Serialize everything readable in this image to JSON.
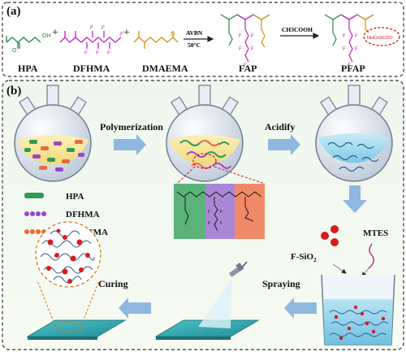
{
  "panel_a": {
    "label": "(a)",
    "monomers": [
      {
        "name": "HPA"
      },
      {
        "name": "DFHMA"
      },
      {
        "name": "DMAEMA"
      }
    ],
    "plus": "+",
    "conditions": {
      "initiator": "AVBN",
      "temperature": "50°C"
    },
    "products": [
      {
        "name": "FAP"
      },
      {
        "name": "PFAP"
      }
    ],
    "acid_reagent": "CH3COOH",
    "side_group_label": "NHCH3COO⁻",
    "fluorine_symbol": "F",
    "colors": {
      "hpa": "#1e8a4a",
      "dfhma": "#c21fc4",
      "dmaema": "#e08a14",
      "border": "#333333"
    }
  },
  "panel_b": {
    "label": "(b)",
    "steps": {
      "polymerization": "Polymerization",
      "acidify": "Acidify",
      "spraying": "Spraying",
      "curing": "Curing"
    },
    "legend": [
      {
        "name": "HPA",
        "color": "#2e9a55"
      },
      {
        "name": "DFHMA",
        "color": "#9b44c8"
      },
      {
        "name": "DMAEMA",
        "color": "#e86a3a"
      }
    ],
    "chain_segments": [
      {
        "color": "#5bb37a"
      },
      {
        "color": "#a987d6"
      },
      {
        "color": "#f08a66"
      }
    ],
    "additives": {
      "particle": "F-SiO",
      "particle_subscript": "2",
      "silane": "MTES"
    },
    "colors": {
      "arrow": "#8fb8e0",
      "flask_glass": "#c8d4e0",
      "liquid_blue": "#a9dcf0",
      "substrate": "#3fb0b8",
      "beaker_liquid": "#8fd0ea",
      "particle": "#d81c1c"
    }
  }
}
